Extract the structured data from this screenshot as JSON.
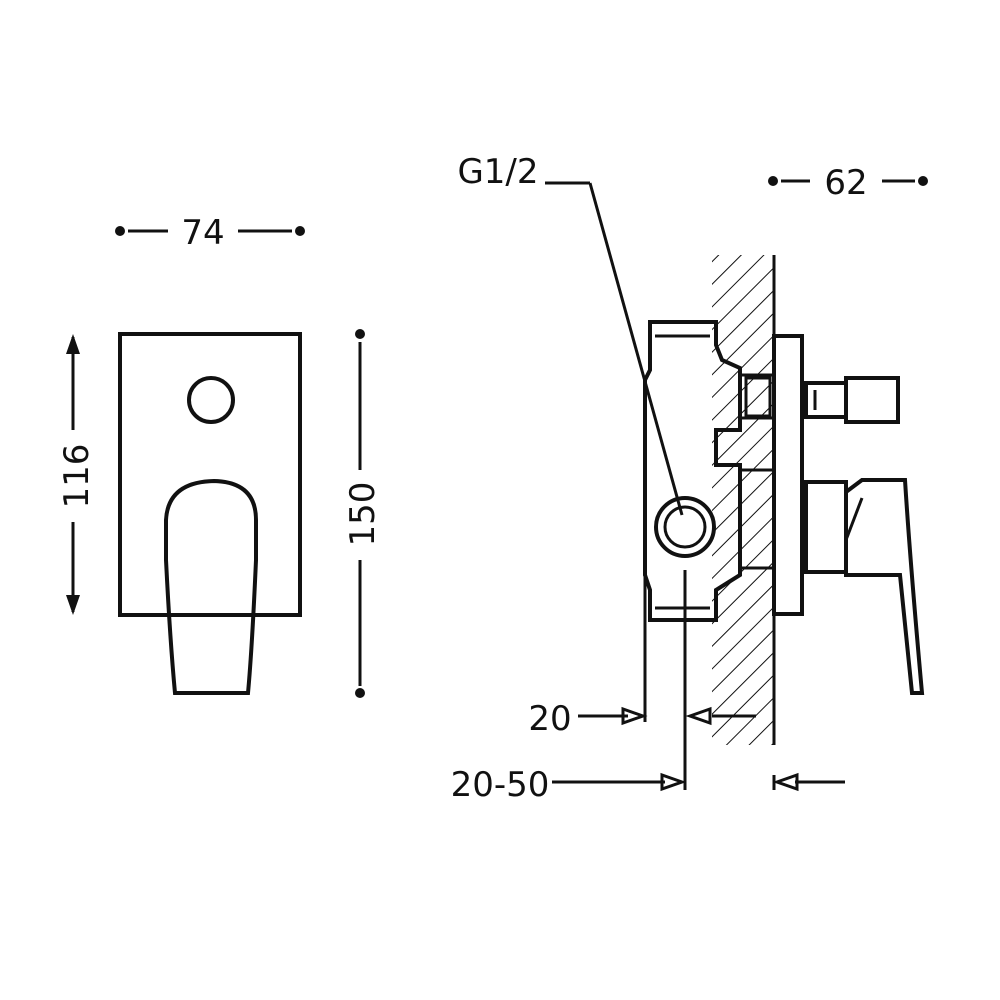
{
  "front_view": {
    "width_label": "74",
    "plate_height_label": "116",
    "total_height_label": "150"
  },
  "side_view": {
    "thread_label": "G1/2",
    "depth_label": "62",
    "min_depth_label": "20",
    "range_label": "20-50"
  },
  "colors": {
    "line": "#111111",
    "background": "#ffffff"
  }
}
